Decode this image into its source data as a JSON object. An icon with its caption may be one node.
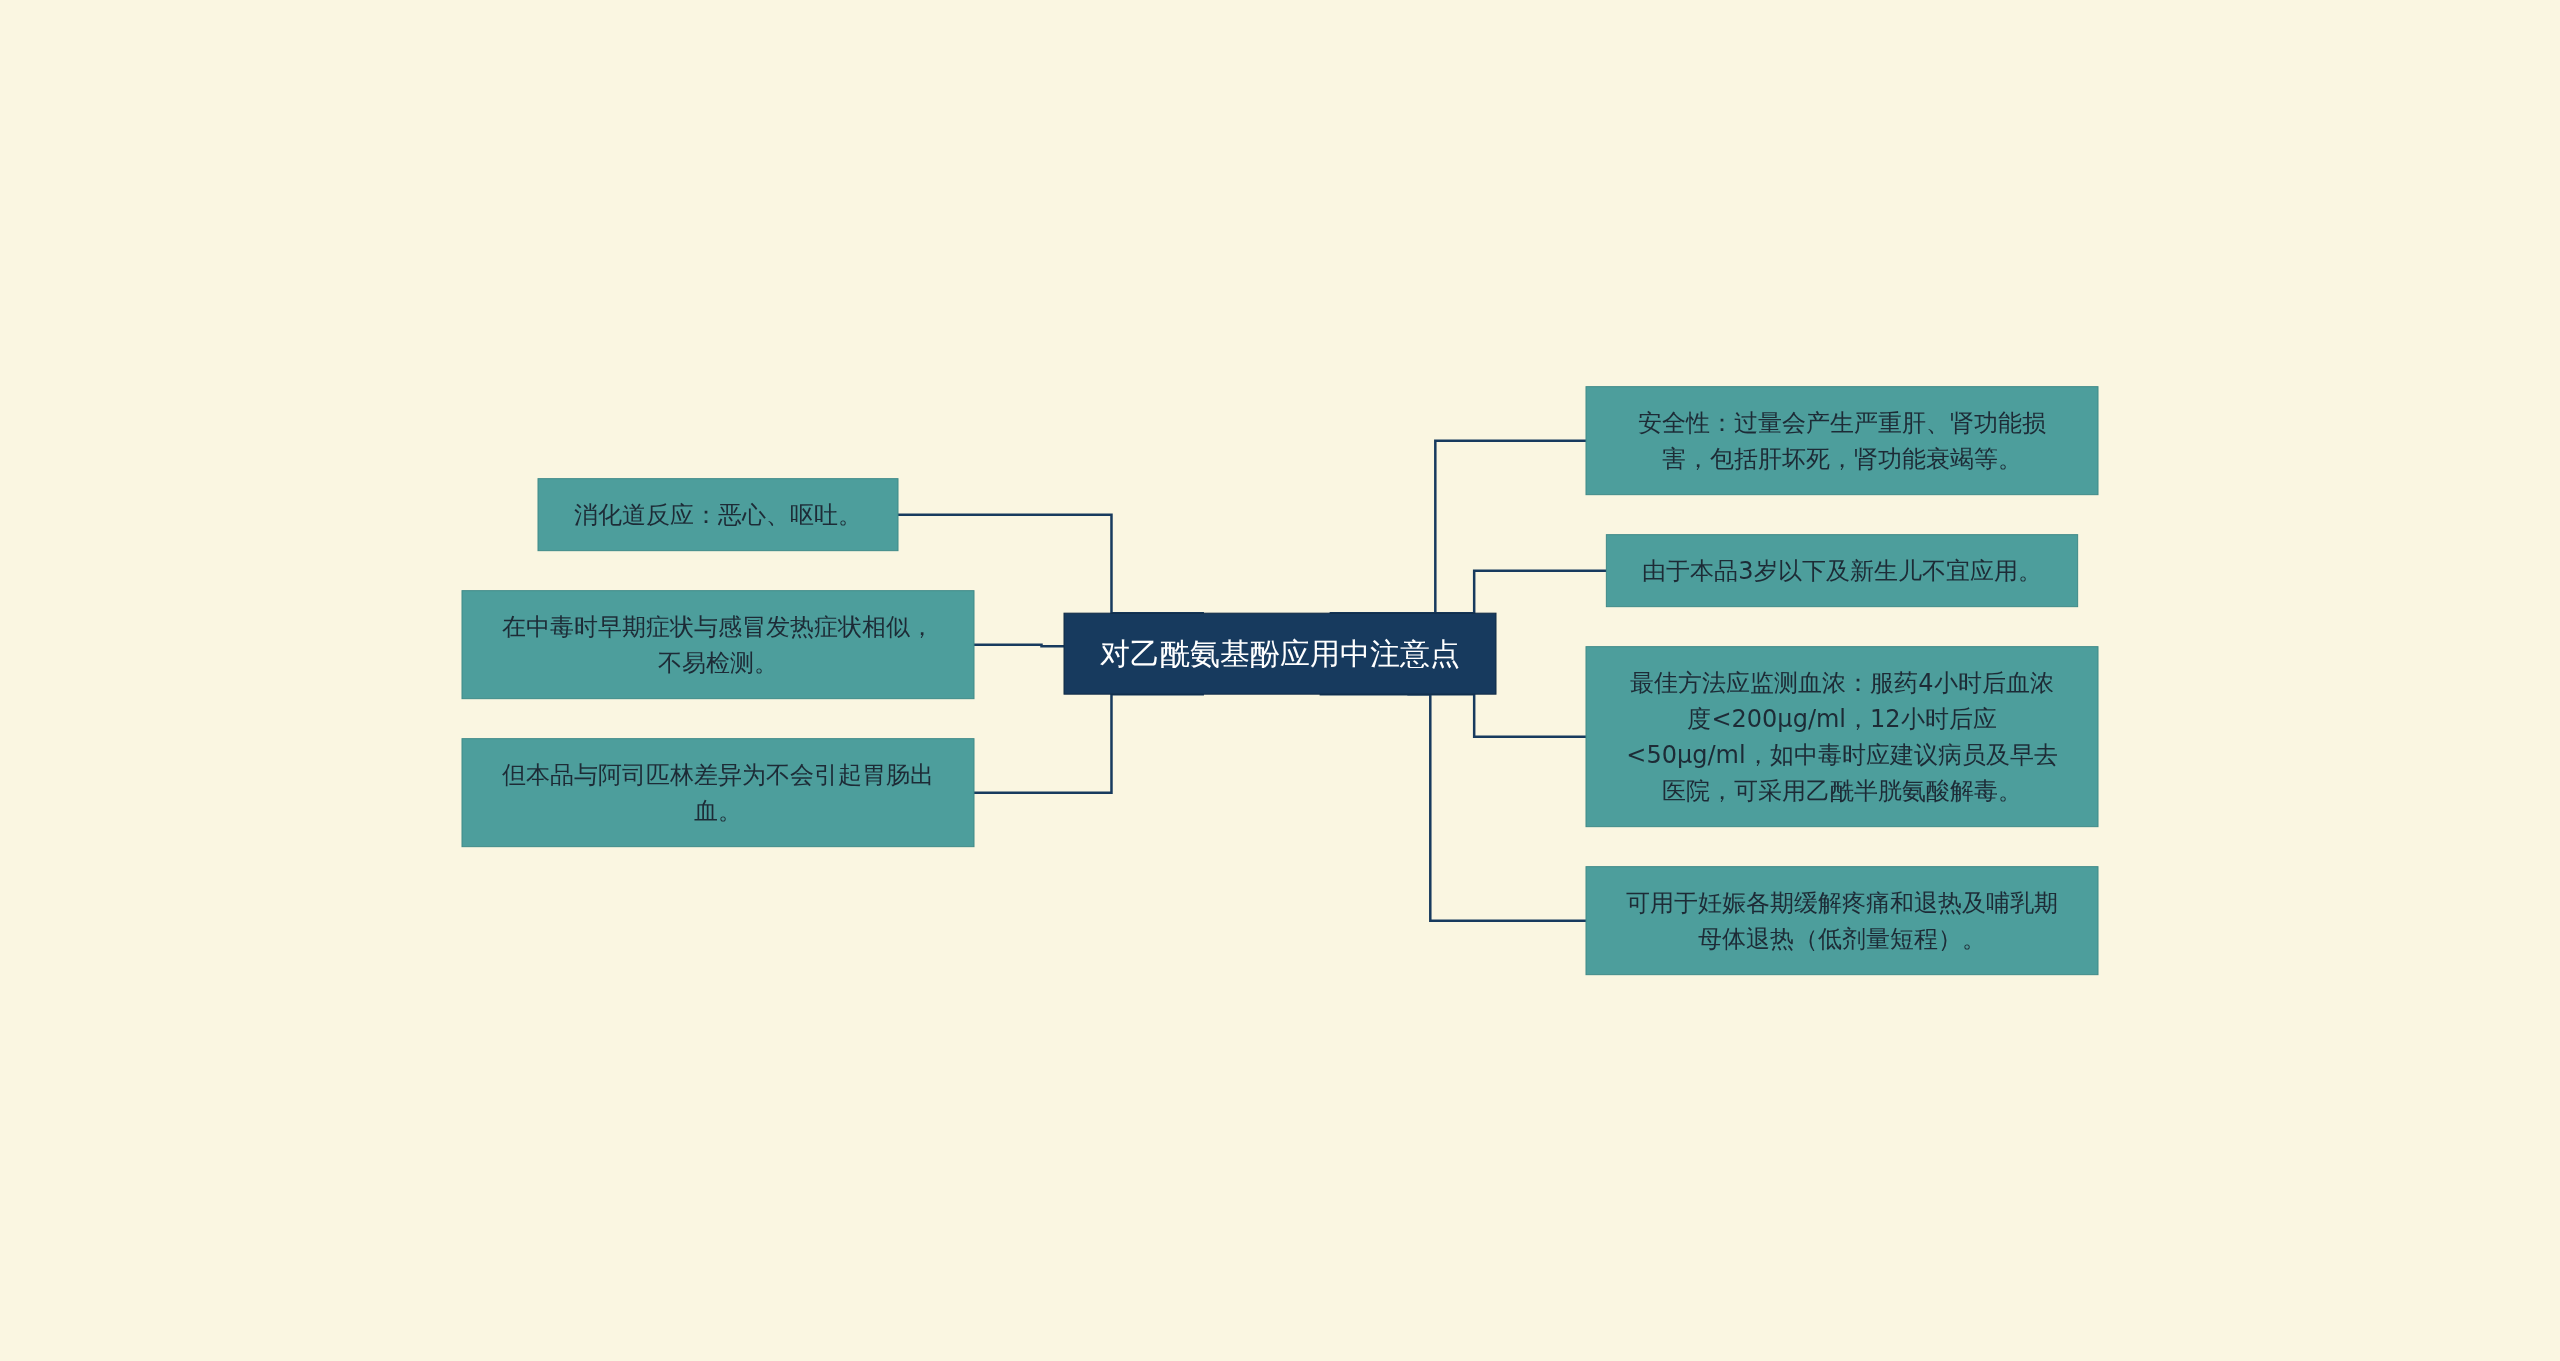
{
  "diagram": {
    "nodes": [
      {
        "text": [
          "对乙酰氨基酚应用中注意点"
        ]
      },
      {
        "text": [
          "消化道反应：恶心、呕吐。"
        ]
      },
      {
        "text": [
          "在中毒时早期症状与感冒发热症状相似，不易检测。"
        ]
      },
      {
        "text": [
          "但本品与阿司匹林差异为不会引起胃肠出血。"
        ]
      },
      {
        "text": [
          "安全性：过量会产生严重肝、肾功能损害，包括肝坏死，肾功能衰竭等。"
        ]
      },
      {
        "text": [
          "由于本品3岁以下及新生儿不宜应用。"
        ]
      },
      {
        "text": [
          "最佳方法应监测血浓：服药4小时后血浓度<200μg/ml，12小时后应<50μg/ml，如中毒时应建议病员及早去医院，可采用乙酰半胱氨酸解毒。"
        ]
      },
      {
        "text": [
          "可用于妊娠各期缓解疼痛和退热及哺乳期母体退热（低剂量短程）。"
        ]
      }
    ],
    "edges": [
      {
        "from": 1,
        "to": 0,
        "arrow": "none"
      },
      {
        "from": 2,
        "to": 0,
        "arrow": "none"
      },
      {
        "from": 3,
        "to": 0,
        "arrow": "none"
      },
      {
        "from": 0,
        "to": 4,
        "arrow": "none"
      },
      {
        "from": 0,
        "to": 5,
        "arrow": "none"
      },
      {
        "from": 0,
        "to": 6,
        "arrow": "none"
      },
      {
        "from": 0,
        "to": 7,
        "arrow": "none"
      }
    ]
  }
}
